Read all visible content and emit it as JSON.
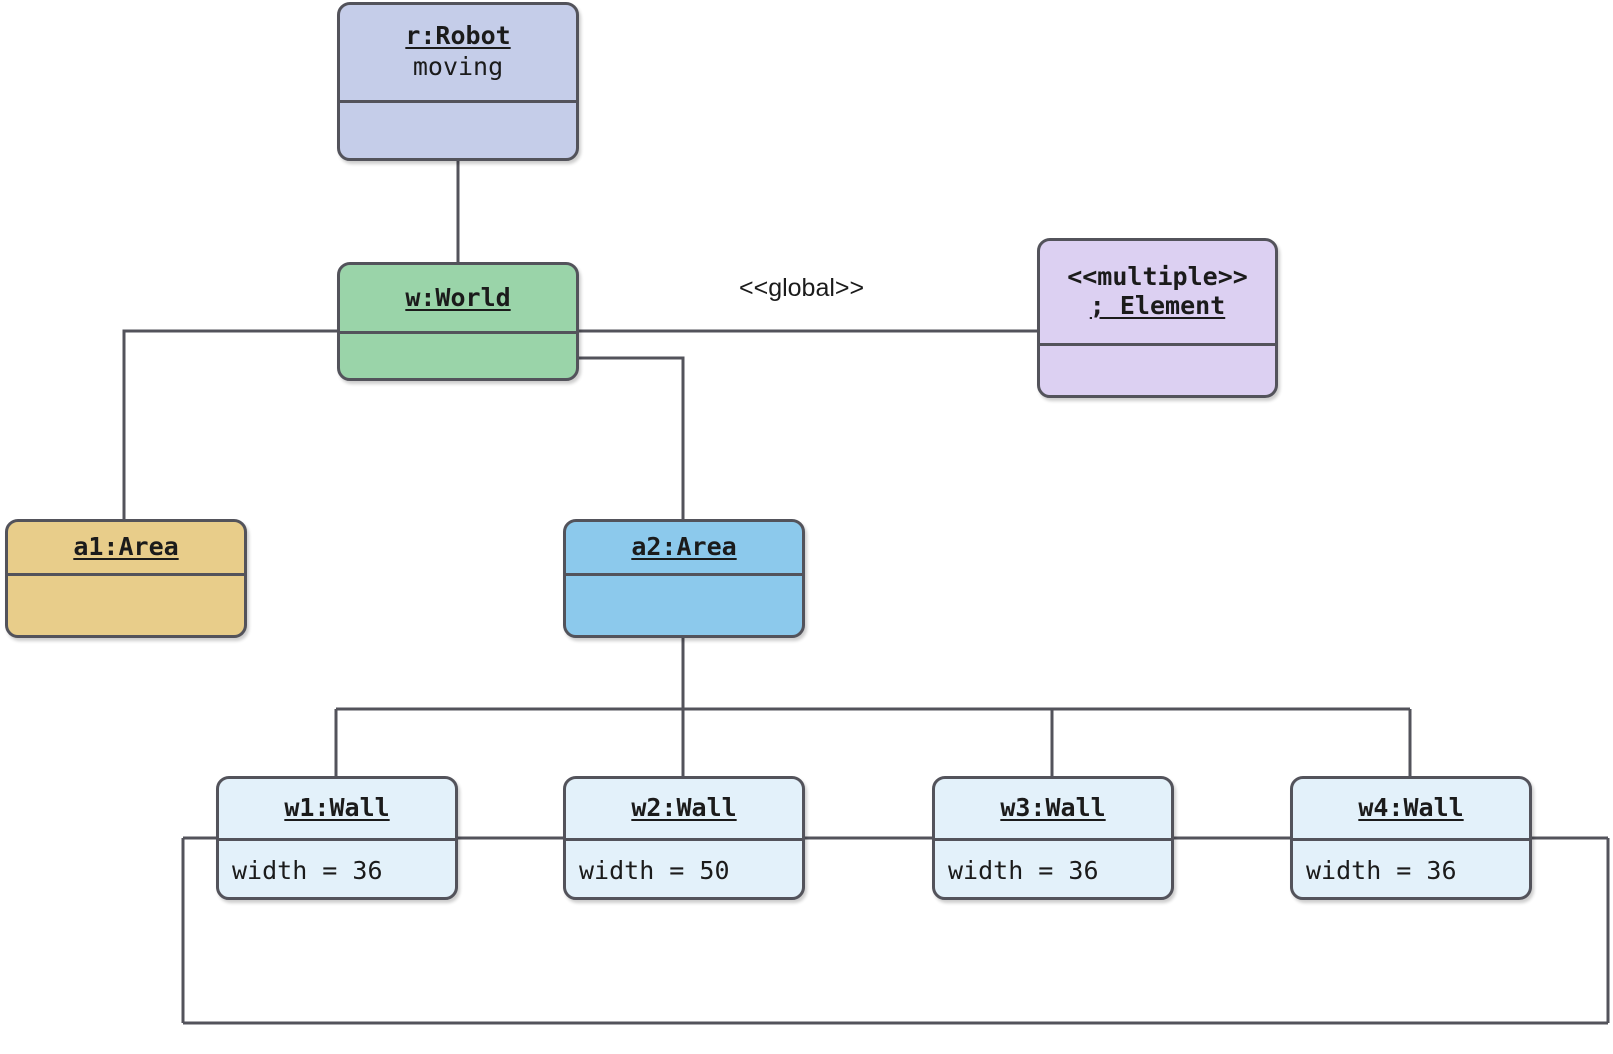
{
  "diagram": {
    "title": "UML object diagram",
    "colors": {
      "robot": "#c5cde9",
      "world": "#9ad4a9",
      "element": "#dcd0f2",
      "area1": "#e8cd8a",
      "area2": "#8cc9ec",
      "wall": "#e3f1fa",
      "stroke": "#53535b",
      "text": "#1b1b1b",
      "background": "#ffffff"
    }
  },
  "nodes": {
    "robot": {
      "name": "r:Robot",
      "state": "moving"
    },
    "world": {
      "name": "w:World"
    },
    "element": {
      "stereotype": "<<multiple>>",
      "name": "; Element"
    },
    "area1": {
      "name": "a1:Area"
    },
    "area2": {
      "name": "a2:Area"
    },
    "walls": [
      {
        "name": "w1:Wall",
        "attribute": "width = 36"
      },
      {
        "name": "w2:Wall",
        "attribute": "width = 50"
      },
      {
        "name": "w3:Wall",
        "attribute": "width = 36"
      },
      {
        "name": "w4:Wall",
        "attribute": "width = 36"
      }
    ]
  },
  "edges": {
    "global_label": "<<global>>"
  }
}
